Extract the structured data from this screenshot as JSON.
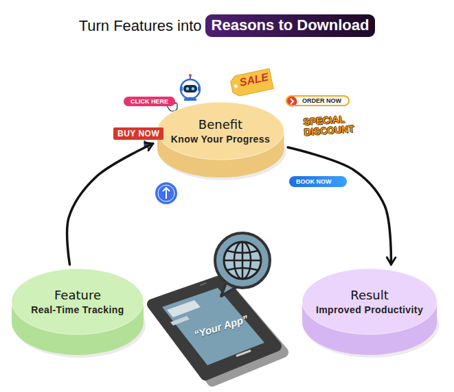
{
  "diagram": {
    "title": "Turn Features into",
    "nodes": [
      {
        "text": [
          "Benefit",
          "Know Your Progress"
        ]
      },
      {
        "text": [
          "Feature",
          "Real-Time Tracking"
        ]
      },
      {
        "text": [
          "Result",
          "Improved Productivity"
        ]
      }
    ],
    "edges": [
      {
        "from": 1,
        "to": 0,
        "arrow": "to"
      },
      {
        "from": 0,
        "to": 2,
        "arrow": "to"
      }
    ],
    "labels": [
      "Reasons to Download",
      "CLICK HERE",
      "SALE",
      "ORDER NOW",
      "BUY NOW",
      "SPECIAL DISCOUNT",
      "BOOK NOW",
      "“Your App”"
    ]
  }
}
